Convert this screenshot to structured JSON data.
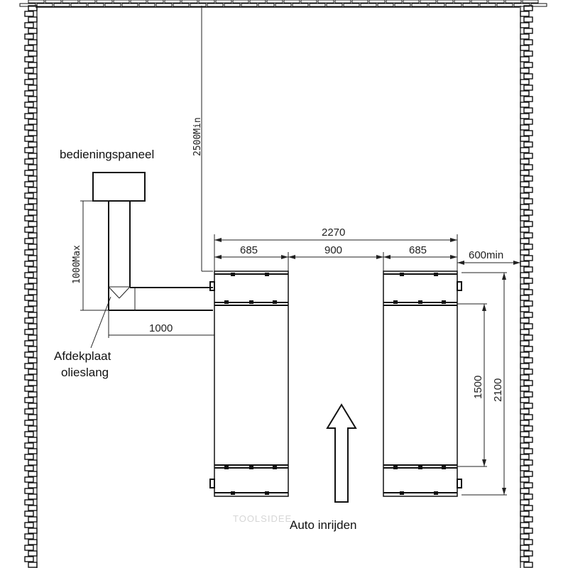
{
  "labels": {
    "control_panel": "bedieningspaneel",
    "cover_plate_line1": "Afdekplaat",
    "cover_plate_line2": "olieslang",
    "drive_in": "Auto inrijden"
  },
  "dimensions": {
    "wall_clearance_min": "2500Min",
    "panel_height_max": "1000Max",
    "hose_length": "1000",
    "total_width": "2270",
    "left_ramp_width": "685",
    "gap_width": "900",
    "right_ramp_width": "685",
    "side_clearance_min": "600min",
    "plate_span": "1500",
    "ramp_length": "2100"
  },
  "watermark": "TOOLSIDEE",
  "colors": {
    "line": "#222222",
    "brick": "#111111",
    "background": "#ffffff"
  }
}
